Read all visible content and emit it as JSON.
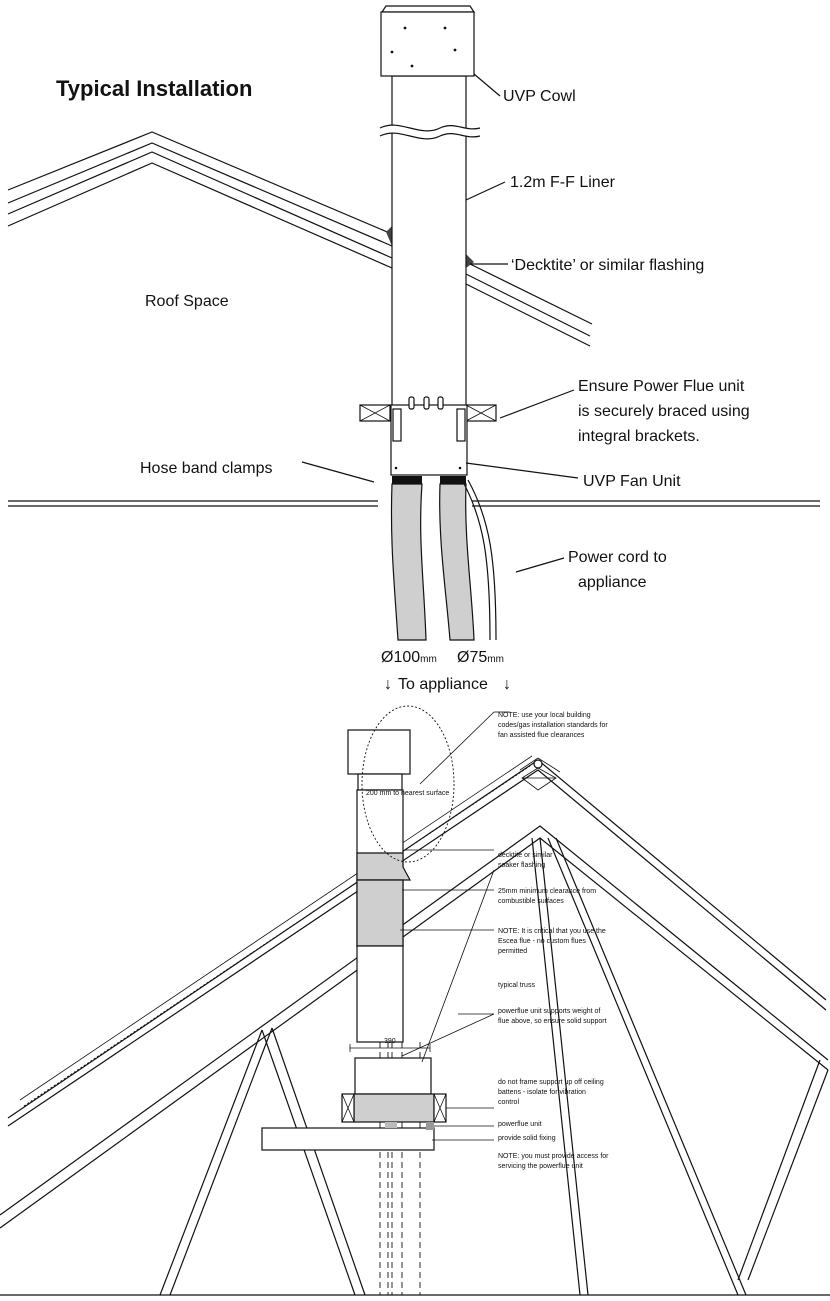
{
  "top_diagram": {
    "title": "Typical Installation",
    "labels": {
      "uvp_cowl": "UVP Cowl",
      "liner": "1.2m F-F Liner",
      "flashing": "‘Decktite’ or similar flashing",
      "roof_space": "Roof Space",
      "ensure_line1": "Ensure Power Flue unit",
      "ensure_line2": "is securely braced using",
      "ensure_line3": "integral brackets.",
      "hose_clamps": "Hose band clamps",
      "fan_unit": "UVP Fan Unit",
      "power_cord_line1": "Power cord to",
      "power_cord_line2": "appliance",
      "dia_100": "Ø100",
      "dia_75": "Ø75",
      "unit_mm": "mm",
      "to_appliance": "To appliance",
      "down_arrow": "↓"
    }
  },
  "bottom_diagram": {
    "notes": {
      "note_clearance_1": "NOTE: use your local building",
      "note_clearance_2": "codes/gas installation standards for",
      "note_clearance_3": "fan assisted flue clearances",
      "nearest_surface": "200 mm to nearest surface",
      "decktite_1": "decktite or similar",
      "decktite_2": "soaker flashing",
      "clearance_25_1": "25mm minimum clearance from",
      "clearance_25_2": "combustible surfaces",
      "critical_1": "NOTE: It is critical that you use the",
      "critical_2": "Escea flue - no custom flues",
      "critical_3": "permitted",
      "truss": "typical truss",
      "supports_1": "powerflue unit supports weight of",
      "supports_2": "flue above, so ensure solid support",
      "dimension": "390",
      "frame_1": "do not frame support up off ceiling",
      "frame_2": "battens - isolate for vibration",
      "frame_3": "control",
      "powerflue_unit": "powerflue unit",
      "solid_fixing": "provide solid fixing",
      "access_1": "NOTE: you must provide access for",
      "access_2": "servicing the powerflue unit"
    }
  }
}
